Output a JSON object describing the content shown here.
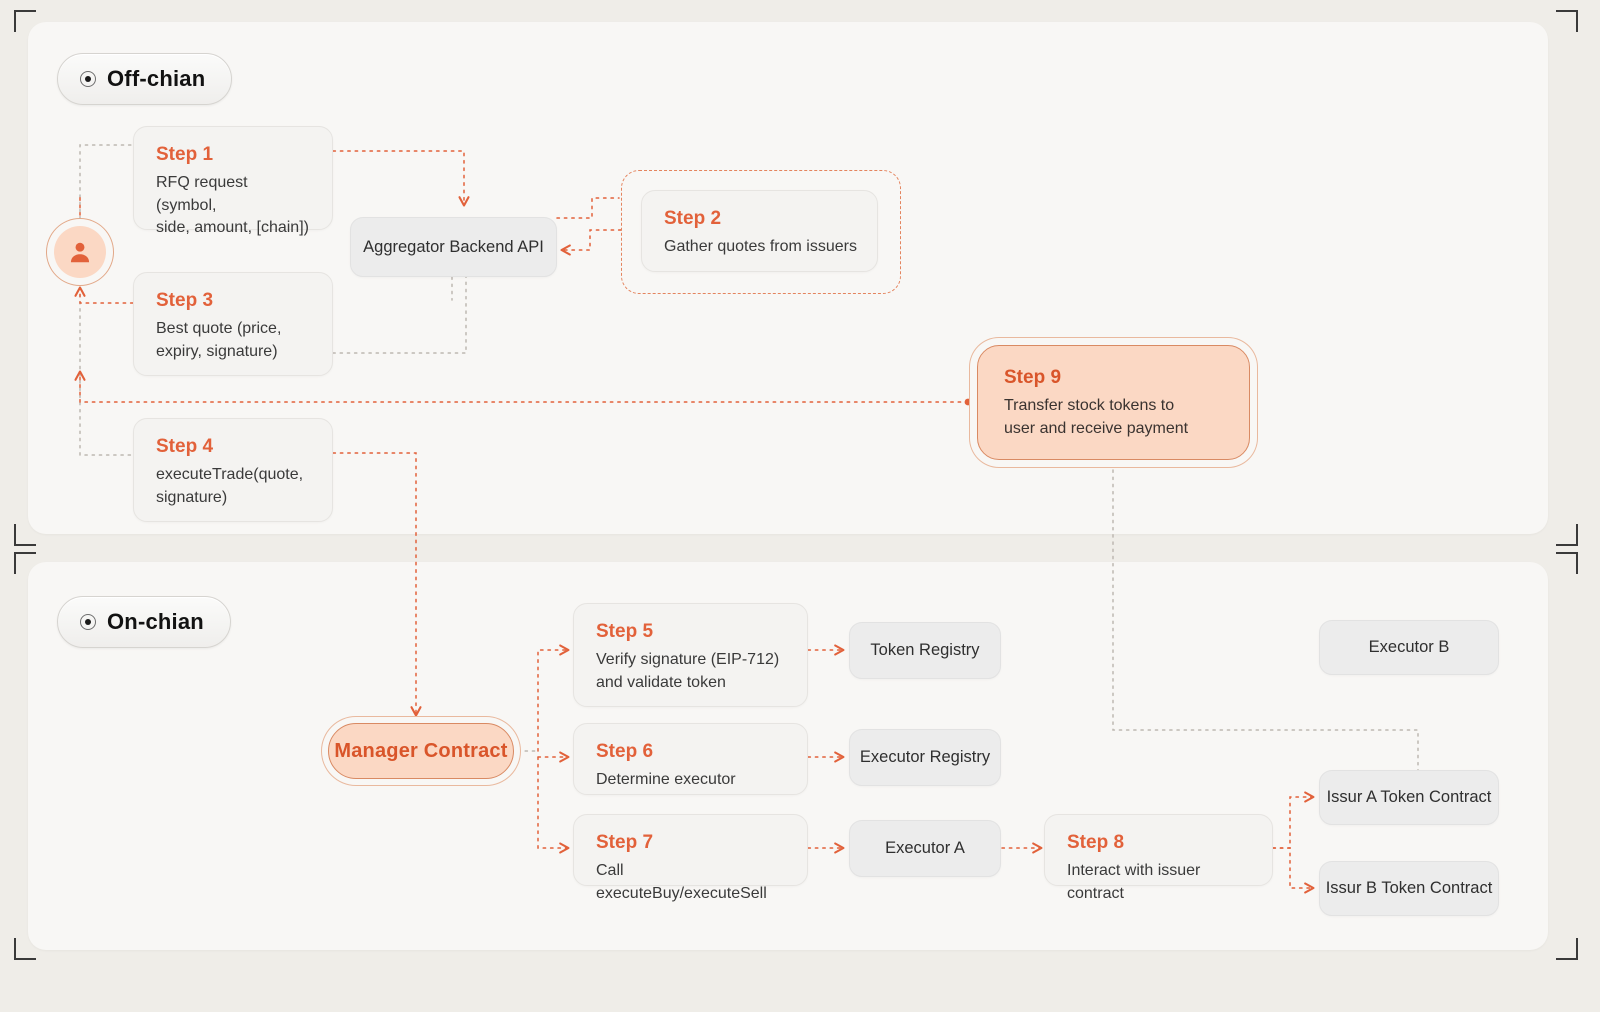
{
  "colors": {
    "page_background": "#EFEDE8",
    "panel_background": "#F8F7F5",
    "accent_orange": "#E2613A",
    "highlight_fill": "#FBD8C4",
    "node_gray": "#ECECEC",
    "text_dark": "#2f2f2f"
  },
  "sections": {
    "offchain": {
      "label": "Off-chian"
    },
    "onchain": {
      "label": "On-chian"
    }
  },
  "nodes": {
    "user": {
      "icon": "user-avatar-icon"
    },
    "aggregator": {
      "label": "Aggregator Backend API"
    },
    "manager": {
      "label": "Manager Contract"
    },
    "token_registry": {
      "label": "Token Registry"
    },
    "executor_registry": {
      "label": "Executor Registry"
    },
    "executor_a": {
      "label": "Executor A"
    },
    "executor_b": {
      "label": "Executor B"
    },
    "issuer_a": {
      "label": "Issur A Token Contract"
    },
    "issuer_b": {
      "label": "Issur B Token Contract"
    }
  },
  "steps": [
    {
      "id": "step1",
      "title": "Step 1",
      "desc": "RFQ request (symbol,\nside, amount, [chain])"
    },
    {
      "id": "step2",
      "title": "Step 2",
      "desc": "Gather quotes from issuers"
    },
    {
      "id": "step3",
      "title": "Step 3",
      "desc": "Best quote (price,\nexpiry, signature)"
    },
    {
      "id": "step4",
      "title": "Step 4",
      "desc": "executeTrade(quote,\nsignature)"
    },
    {
      "id": "step5",
      "title": "Step 5",
      "desc": "Verify signature (EIP-712)\nand validate token"
    },
    {
      "id": "step6",
      "title": "Step 6",
      "desc": "Determine executor"
    },
    {
      "id": "step7",
      "title": "Step 7",
      "desc": "Call executeBuy/executeSell"
    },
    {
      "id": "step8",
      "title": "Step 8",
      "desc": "Interact with issuer contract"
    },
    {
      "id": "step9",
      "title": "Step 9",
      "desc": "Transfer stock tokens to\nuser and receive payment"
    }
  ]
}
